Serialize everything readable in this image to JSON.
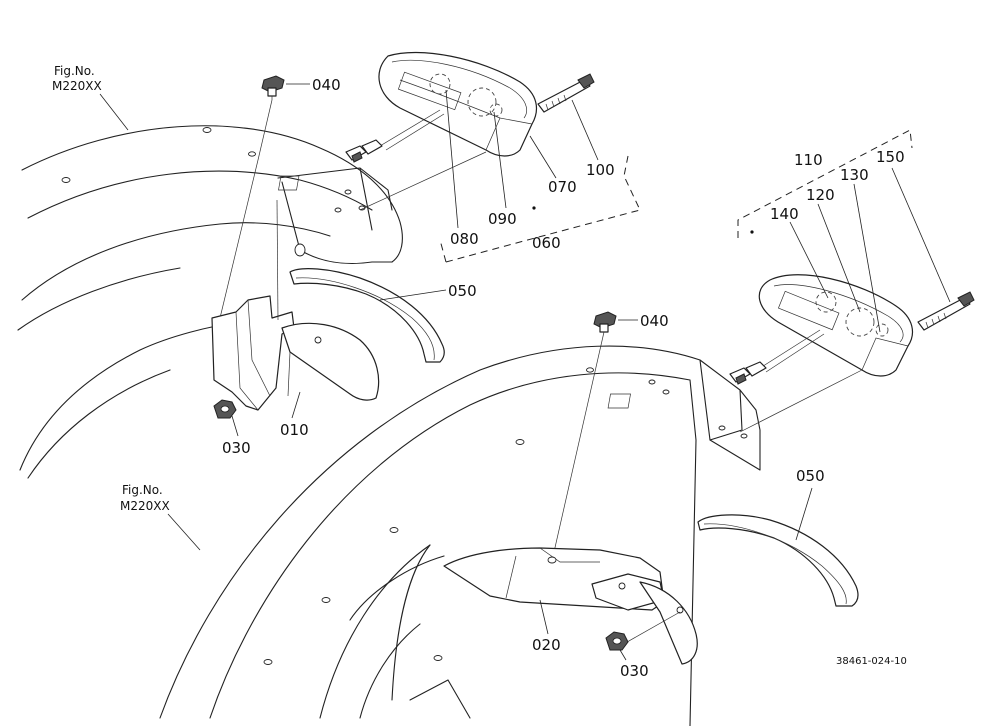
{
  "labels": {
    "fig_top_line1": "Fig.No.",
    "fig_top_line2": "M220XX",
    "fig_bottom_line1": "Fig.No.",
    "fig_bottom_line2": "M220XX",
    "p040_top": "040",
    "p040_mid": "040",
    "p050_top": "050",
    "p050_bottom": "050",
    "p030_left": "030",
    "p030_bottom": "030",
    "p010": "010",
    "p020": "020",
    "p060": "060",
    "p070": "070",
    "p080": "080",
    "p090": "090",
    "p100": "100",
    "p110": "110",
    "p120": "120",
    "p130": "130",
    "p140": "140",
    "p150": "150",
    "drawing_code": "38461-024-10"
  }
}
